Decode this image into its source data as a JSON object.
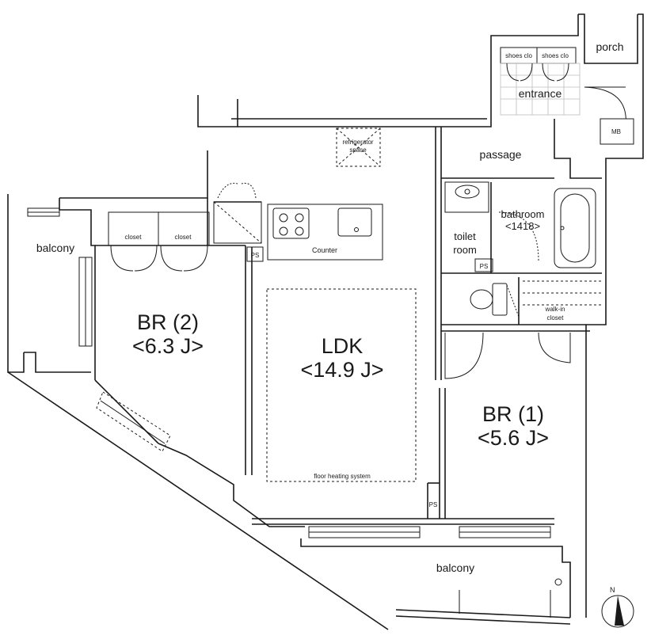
{
  "rooms": {
    "ldk": {
      "name": "LDK",
      "size": "<14.9 J>"
    },
    "br2": {
      "name": "BR (2)",
      "size": "<6.3 J>"
    },
    "br1": {
      "name": "BR (1)",
      "size": "<5.6 J>"
    },
    "bathroom": {
      "name": "bathroom",
      "size": "<1418>"
    },
    "toilet": {
      "line1": "toilet",
      "line2": "room"
    },
    "walkin": {
      "line1": "walk-in",
      "line2": "closet"
    }
  },
  "labels": {
    "porch": "porch",
    "entrance": "entrance",
    "shoes1": "shoes clo",
    "shoes2": "shoes clo",
    "passage": "passage",
    "mb": "MB",
    "fridge1": "refrigerator",
    "fridge2": "space",
    "counter": "Counter",
    "closet1": "closet",
    "closet2": "closet",
    "balcony_left": "balcony",
    "balcony_bottom": "balcony",
    "ps1": "PS",
    "ps2": "PS",
    "ps3": "PS",
    "floor_heating": "floor heating system",
    "north": "N"
  }
}
